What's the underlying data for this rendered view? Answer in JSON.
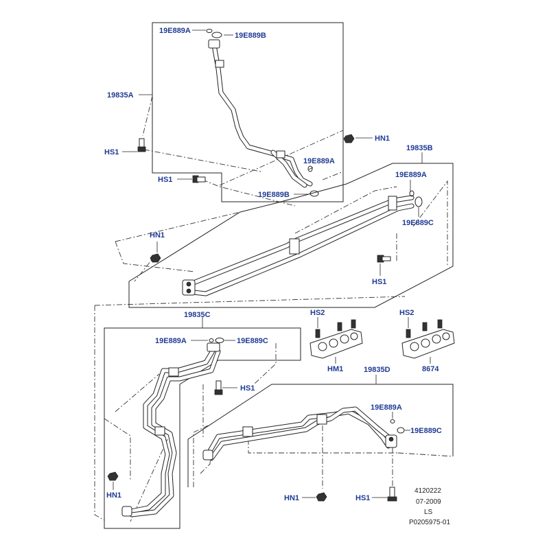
{
  "labels": {
    "a_19e889a": "19E889A",
    "a_19e889b": "19E889B",
    "a_19835a": "19835A",
    "a_hs1_left": "HS1",
    "a_hn1": "HN1",
    "a_19835b": "19835B",
    "a_19e889a_mid": "19E889A",
    "a_19e889b_low": "19E889B",
    "a_hs1_mid": "HS1",
    "b_19e889a": "19E889A",
    "b_19e889c": "19E889C",
    "b_hn1": "HN1",
    "b_hs1": "HS1",
    "c_19835c": "19835C",
    "c_19e889a": "19E889A",
    "c_19e889c": "19E889C",
    "c_hs1": "HS1",
    "c_hn1": "HN1",
    "m_hs2_left": "HS2",
    "m_hm1": "HM1",
    "m_hs2_right": "HS2",
    "m_8674": "8674",
    "d_19835d": "19835D",
    "d_19e889a": "19E889A",
    "d_19e889c": "19E889C",
    "d_hn1": "HN1",
    "d_hs1": "HS1"
  },
  "footer": {
    "number": "4120222",
    "date": "07-2009",
    "code": "LS",
    "ref": "P0205975-01"
  },
  "colors": {
    "label": "#1f3a93",
    "line": "#222222",
    "background": "#ffffff"
  }
}
